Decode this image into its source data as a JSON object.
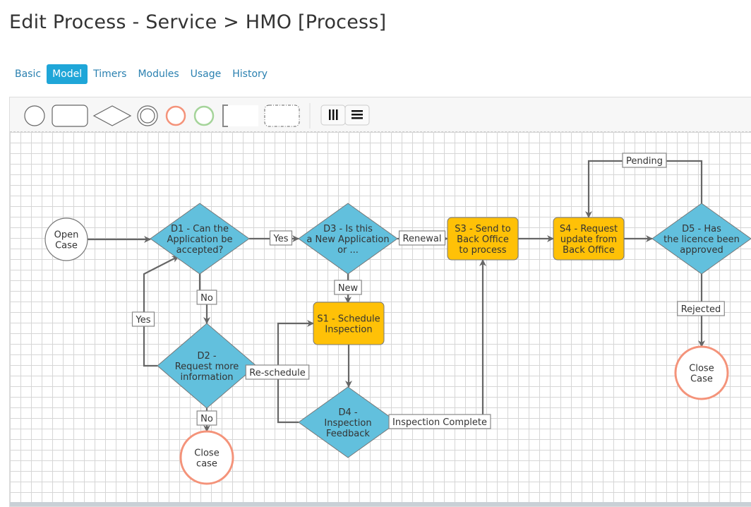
{
  "page_title": "Edit Process - Service > HMO [Process]",
  "tabs": [
    {
      "label": "Basic",
      "active": false
    },
    {
      "label": "Model",
      "active": true
    },
    {
      "label": "Timers",
      "active": false
    },
    {
      "label": "Modules",
      "active": false
    },
    {
      "label": "Usage",
      "active": false
    },
    {
      "label": "History",
      "active": false
    }
  ],
  "toolbar": {
    "shapes": [
      "start-event-circle-icon",
      "task-rect-icon",
      "gateway-diamond-icon",
      "intermediate-event-icon",
      "end-event-icon",
      "start-event-green-icon",
      "annotation-icon",
      "group-icon"
    ],
    "layout_buttons": [
      "vertical-layout-icon",
      "horizontal-layout-icon"
    ]
  },
  "colors": {
    "decision": "#62c0dd",
    "task": "#ffc107",
    "end_stroke": "#f4937a",
    "accent": "#1fa6d8"
  },
  "diagram": {
    "nodes": [
      {
        "id": "open",
        "type": "start",
        "lines": [
          "Open",
          "Case"
        ]
      },
      {
        "id": "d1",
        "type": "decision",
        "lines": [
          "D1 - Can the",
          "Application be",
          "accepted?"
        ]
      },
      {
        "id": "d3",
        "type": "decision",
        "lines": [
          "D3 - Is this",
          "a New Application",
          "or ..."
        ]
      },
      {
        "id": "s3",
        "type": "task",
        "lines": [
          "S3 - Send to",
          "Back Office",
          "to process"
        ]
      },
      {
        "id": "s4",
        "type": "task",
        "lines": [
          "S4 - Request",
          "update from",
          "Back Office"
        ]
      },
      {
        "id": "d5",
        "type": "decision",
        "lines": [
          "D5 - Has",
          "the licence been",
          "approved"
        ]
      },
      {
        "id": "s1",
        "type": "task",
        "lines": [
          "S1 - Schedule",
          "Inspection"
        ]
      },
      {
        "id": "d2",
        "type": "decision",
        "lines": [
          "D2 -",
          "Request more",
          "information"
        ]
      },
      {
        "id": "d4",
        "type": "decision",
        "lines": [
          "D4 -",
          "Inspection",
          "Feedback"
        ]
      },
      {
        "id": "close1",
        "type": "end",
        "lines": [
          "Close",
          "case"
        ]
      },
      {
        "id": "close2",
        "type": "end",
        "lines": [
          "Close",
          "Case"
        ]
      }
    ],
    "edges": [
      {
        "id": "open-d1",
        "label": ""
      },
      {
        "id": "d1-d3",
        "label": "Yes"
      },
      {
        "id": "d3-s3",
        "label": "Renewal"
      },
      {
        "id": "s3-s4",
        "label": ""
      },
      {
        "id": "s4-d5",
        "label": ""
      },
      {
        "id": "d5-s4",
        "label": "Pending"
      },
      {
        "id": "d5-close2",
        "label": "Rejected"
      },
      {
        "id": "d1-d2",
        "label": "No"
      },
      {
        "id": "d2-d1",
        "label": "Yes"
      },
      {
        "id": "d3-s1",
        "label": "New"
      },
      {
        "id": "s1-d4",
        "label": ""
      },
      {
        "id": "d4-s1",
        "label": "Re-schedule"
      },
      {
        "id": "d4-s3",
        "label": "Inspection Complete"
      },
      {
        "id": "d2-close1",
        "label": "No"
      }
    ]
  }
}
